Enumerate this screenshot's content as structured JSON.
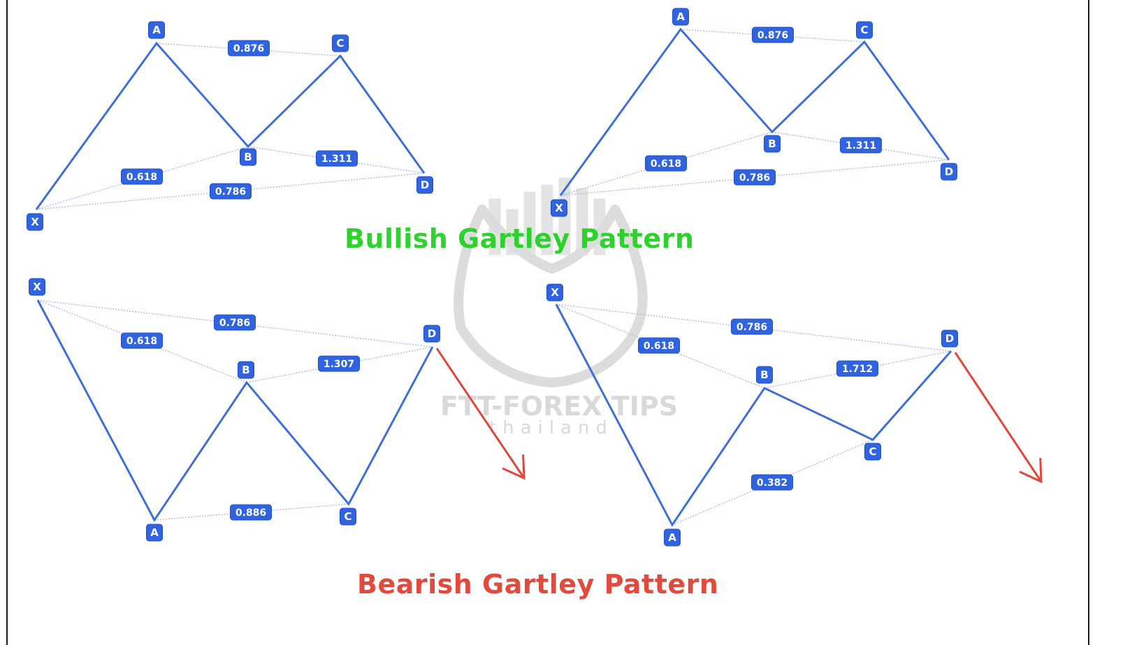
{
  "titles": {
    "bullish": "Bullish Gartley Pattern",
    "bearish": "Bearish Gartley Pattern"
  },
  "watermark": {
    "brand": "FTT-FOREX TIPS",
    "sub": "thailand"
  },
  "colors": {
    "leg": "#3f6fd6",
    "ratio_line": "#a9bbe6",
    "label_bg": "#2f63e0",
    "label_text": "#ffffff",
    "arrow": "#e0463b",
    "bullish_title": "#2ed12e",
    "bearish_title": "#e14a3c",
    "watermark": "#d6d6d6"
  },
  "patterns": [
    {
      "id": "bullish-1",
      "points": {
        "X": "X",
        "A": "A",
        "B": "B",
        "C": "C",
        "D": "D"
      },
      "ratios": {
        "XB": "0.618",
        "AC": "0.876",
        "BD": "1.311",
        "XD": "0.786"
      }
    },
    {
      "id": "bullish-2",
      "points": {
        "X": "X",
        "A": "A",
        "B": "B",
        "C": "C",
        "D": "D"
      },
      "ratios": {
        "XB": "0.618",
        "AC": "0.876",
        "BD": "1.311",
        "XD": "0.786"
      }
    },
    {
      "id": "bearish-1",
      "points": {
        "X": "X",
        "A": "A",
        "B": "B",
        "C": "C",
        "D": "D"
      },
      "ratios": {
        "XB": "0.618",
        "AC": "0.886",
        "BD": "1.307",
        "XD": "0.786"
      }
    },
    {
      "id": "bearish-2",
      "points": {
        "X": "X",
        "A": "A",
        "B": "B",
        "C": "C",
        "D": "D"
      },
      "ratios": {
        "XB": "0.618",
        "AC": "0.382",
        "BD": "1.712",
        "XD": "0.786"
      }
    }
  ]
}
